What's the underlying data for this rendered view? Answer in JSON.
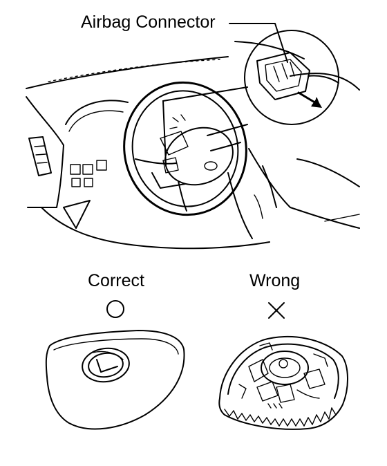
{
  "labels": {
    "connector": "Airbag Connector",
    "correct": "Correct",
    "wrong": "Wrong"
  },
  "symbols": {
    "correct": "circle",
    "wrong": "cross"
  },
  "colors": {
    "line": "#000000",
    "background": "#ffffff"
  }
}
